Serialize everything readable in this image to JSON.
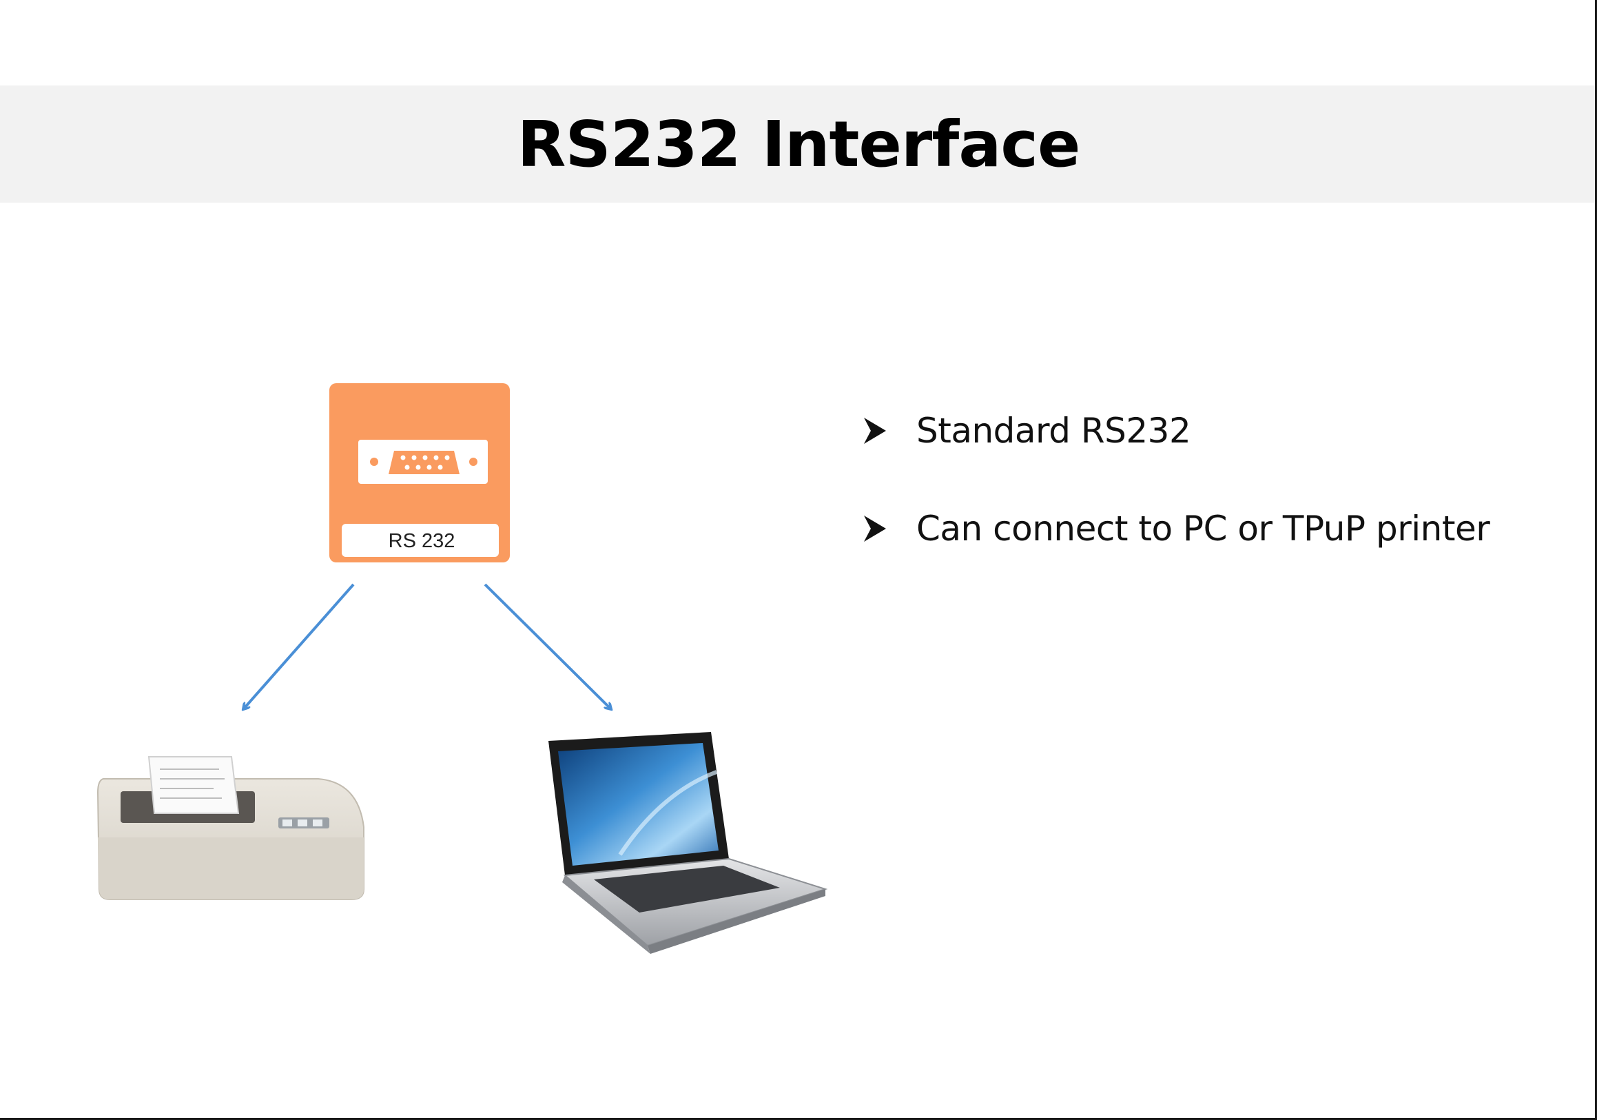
{
  "slide": {
    "title": "RS232 Interface"
  },
  "diagram": {
    "source_node": {
      "label": "RS 232",
      "icon": "serial-port-icon",
      "color": "#fa9b5f"
    },
    "targets": [
      {
        "icon": "thermal-printer-icon"
      },
      {
        "icon": "laptop-icon"
      }
    ],
    "arrow_color": "#4a8fd6"
  },
  "bullets": [
    {
      "text": "Standard RS232"
    },
    {
      "text": "Can connect to PC or TPuP printer"
    }
  ]
}
